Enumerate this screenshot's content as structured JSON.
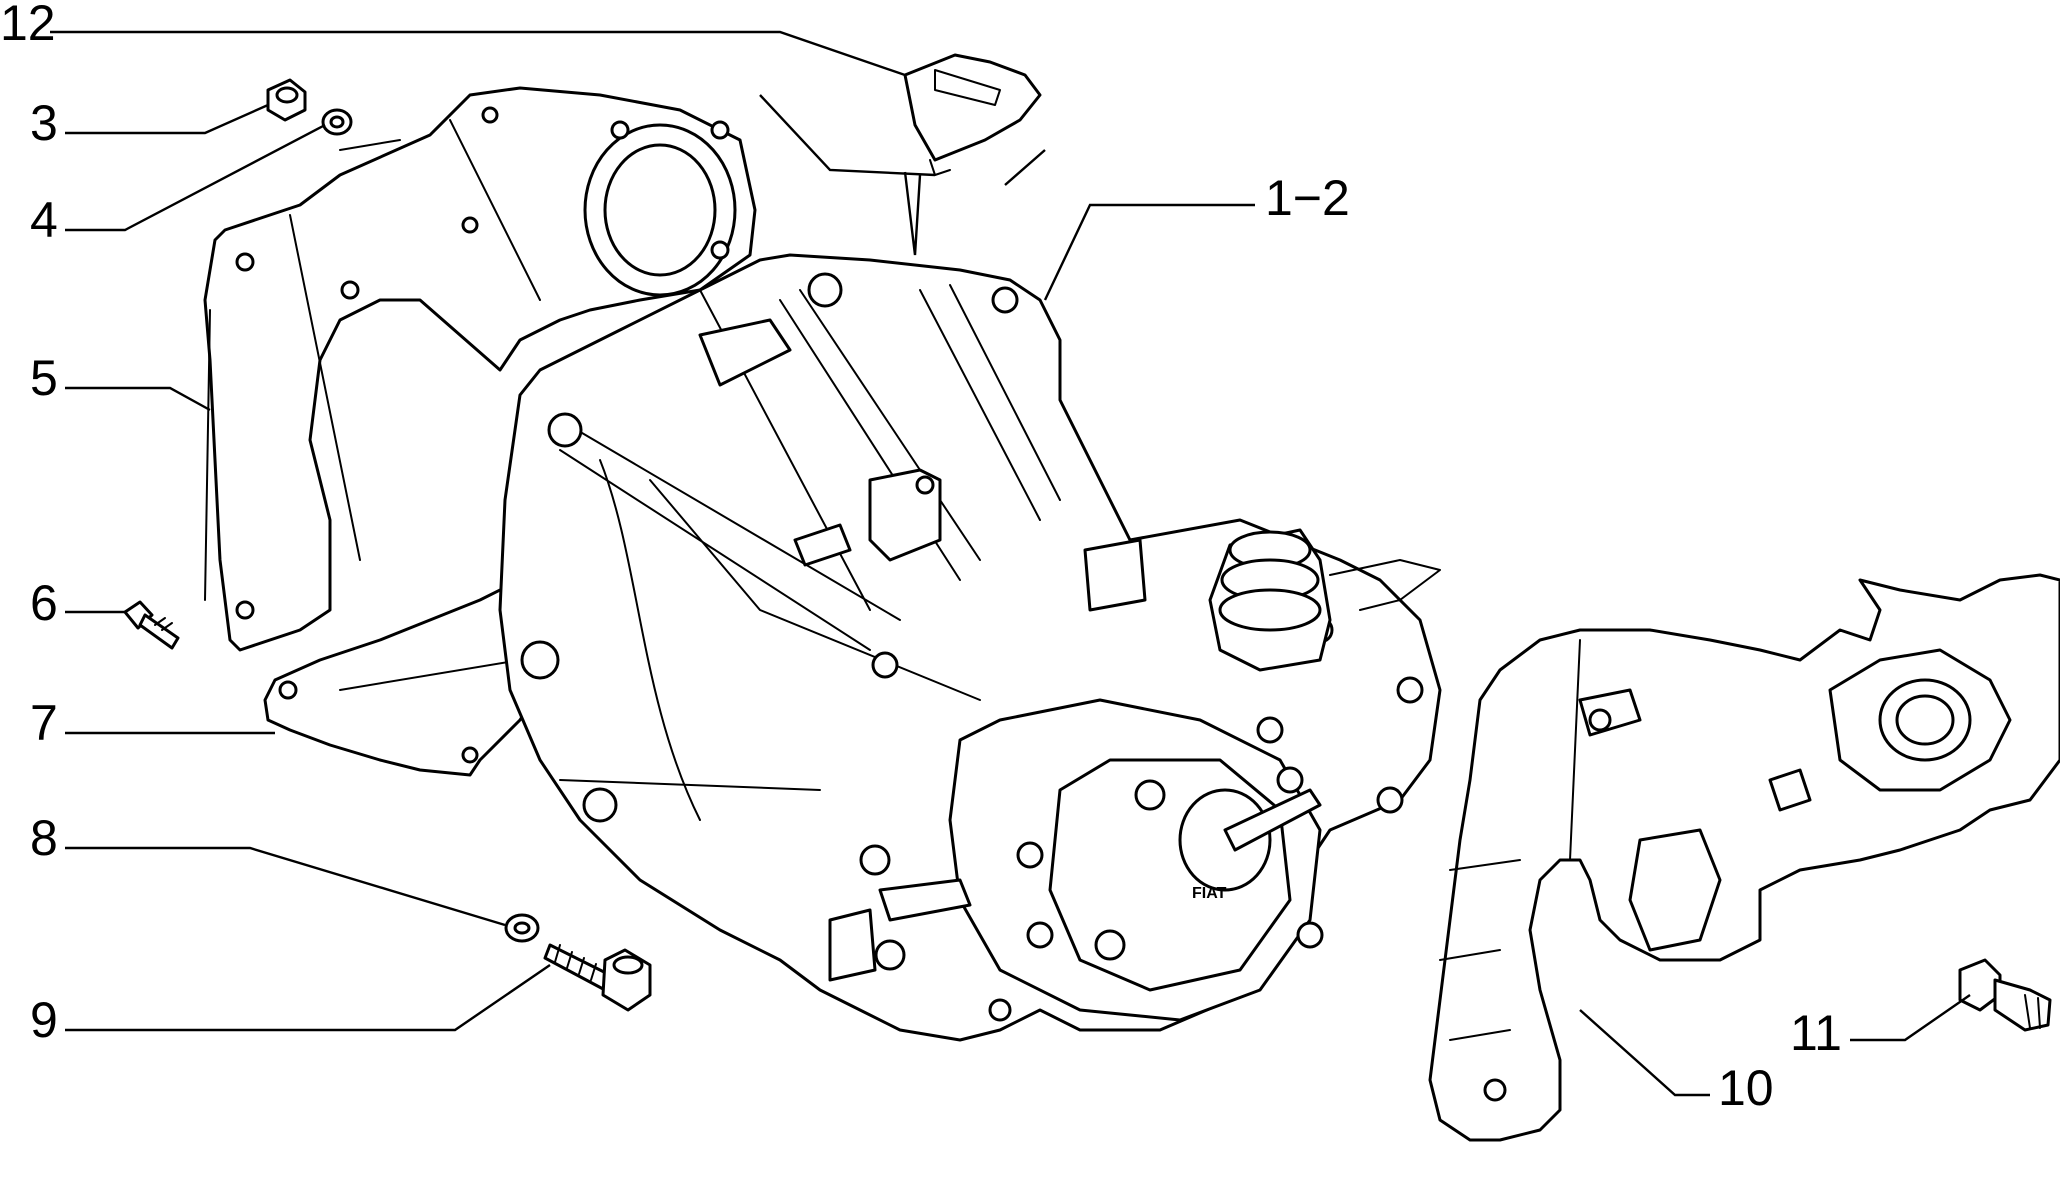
{
  "diagram": {
    "colors": {
      "line": "#000000",
      "background": "#ffffff"
    },
    "callouts": [
      {
        "id": "c12",
        "label": "12"
      },
      {
        "id": "c3",
        "label": "3"
      },
      {
        "id": "c4",
        "label": "4"
      },
      {
        "id": "c5",
        "label": "5"
      },
      {
        "id": "c6",
        "label": "6"
      },
      {
        "id": "c7",
        "label": "7"
      },
      {
        "id": "c8",
        "label": "8"
      },
      {
        "id": "c9",
        "label": "9"
      },
      {
        "id": "c12b",
        "label": "1−2"
      },
      {
        "id": "c10",
        "label": "10"
      },
      {
        "id": "c11",
        "label": "11"
      }
    ]
  }
}
